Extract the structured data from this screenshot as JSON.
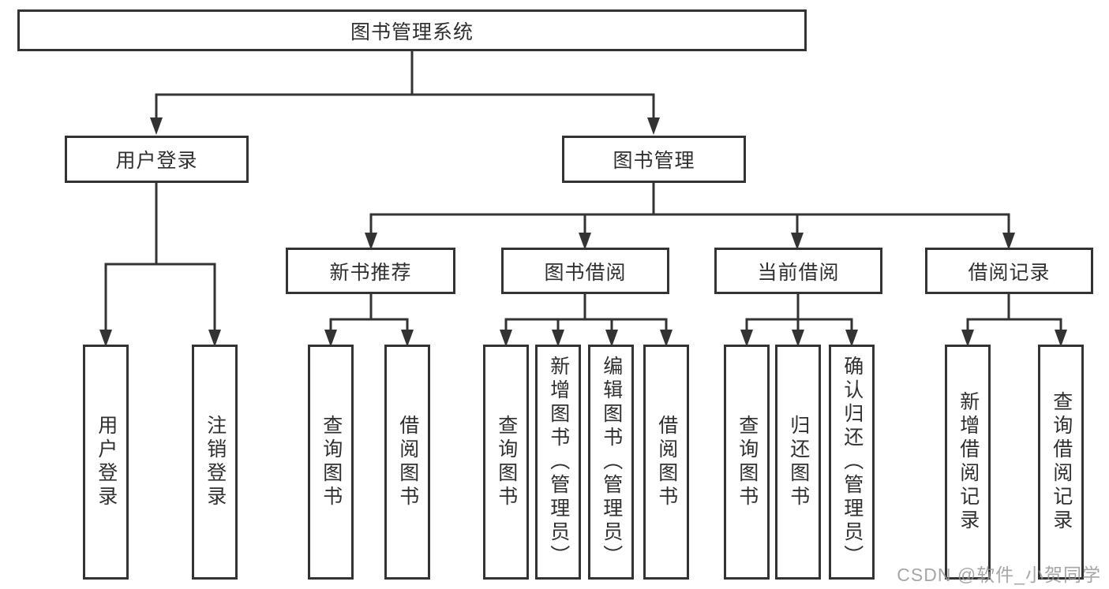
{
  "diagram": {
    "title_node": {
      "label": "图书管理系统"
    },
    "level2": {
      "user_login": {
        "label": "用户登录"
      },
      "book_management": {
        "label": "图书管理"
      }
    },
    "level3": {
      "new_book_recommend": {
        "label": "新书推荐"
      },
      "book_borrowing": {
        "label": "图书借阅"
      },
      "current_borrowing": {
        "label": "当前借阅"
      },
      "borrowing_records": {
        "label": "借阅记录"
      }
    },
    "leaves": {
      "user_login": "用户登录",
      "logout": "注销登录",
      "rec_query_books": "查询图书",
      "rec_borrow_books": "借阅图书",
      "bor_query_books": "查询图书",
      "bor_add_book_admin": "新增图书（管理员）",
      "bor_edit_book_admin": "编辑图书（管理员）",
      "bor_borrow_books": "借阅图书",
      "cur_query_books": "查询图书",
      "cur_return_book": "归还图书",
      "cur_confirm_return_admin": "确认归还（管理员）",
      "recs_add_record": "新增借阅记录",
      "recs_query_record": "查询借阅记录"
    },
    "watermark": "CSDN @软件_小贺同学",
    "colors": {
      "line": "#333333",
      "text": "#2f2f2f",
      "box_background": "#ffffff",
      "watermark": "#969696"
    }
  }
}
